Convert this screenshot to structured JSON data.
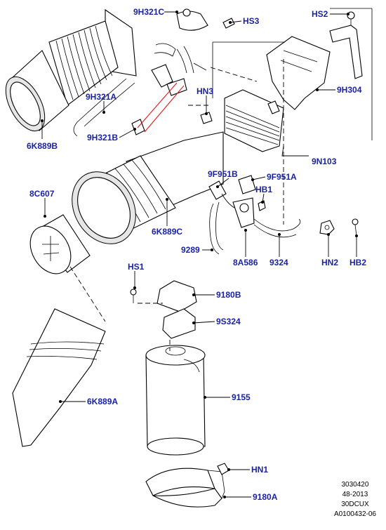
{
  "callouts": {
    "c_9H321C": "9H321C",
    "c_HS3": "HS3",
    "c_HS2": "HS2",
    "c_9H321A": "9H321A",
    "c_HN3": "HN3",
    "c_9H304": "9H304",
    "c_9H321B": "9H321B",
    "c_6K889B": "6K889B",
    "c_9N103": "9N103",
    "c_9F951B": "9F951B",
    "c_9F951A": "9F951A",
    "c_HB1": "HB1",
    "c_8C607": "8C607",
    "c_6K889C": "6K889C",
    "c_9289": "9289",
    "c_8A586": "8A586",
    "c_9324": "9324",
    "c_HN2": "HN2",
    "c_HB2": "HB2",
    "c_HS1": "HS1",
    "c_9180B": "9180B",
    "c_9S324": "9S324",
    "c_6K889A": "6K889A",
    "c_9155": "9155",
    "c_HN1": "HN1",
    "c_9180A": "9180A"
  },
  "reference": {
    "line1": "3030420",
    "line2": "48-2013",
    "line3": "30DCUX",
    "line4": "A0100432-06"
  }
}
